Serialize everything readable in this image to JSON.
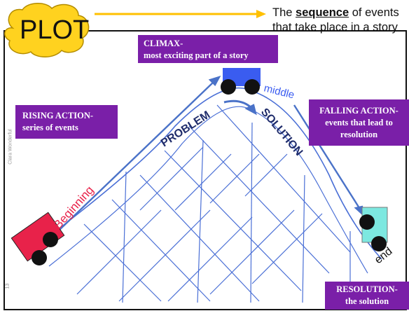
{
  "title": "PLOT",
  "sequence": {
    "prefix": "The ",
    "emph": "sequence",
    "suffix": " of events",
    "line2": "that take place in a story"
  },
  "boxes": {
    "climax_title": "CLIMAX-",
    "climax_body": "most exciting part of a story",
    "rising_title": "RISING ACTION-",
    "rising_body": "series of events",
    "falling_title": "FALLING ACTION-",
    "falling_body": "events that lead to resolution",
    "resolution_title": "RESOLUTION-",
    "resolution_body": "the solution"
  },
  "track_labels": {
    "beginning": "Beginning",
    "problem": "PROBLEM",
    "middle": "middle",
    "solution": "SOLUTION",
    "end": "end"
  },
  "side_note": "Clara Wonderful",
  "page_number": "13",
  "colors": {
    "cloud": "#ffd21f",
    "arrow_yellow": "#ffc000",
    "purple": "#7a1fa8",
    "car_left": "#e8224a",
    "car_top": "#3a5cf0",
    "car_right": "#7de8e0",
    "grid": "#4a6fd6",
    "beginning": "#e8224a",
    "problem": "#1f2c6b",
    "middle": "#3a5cf0"
  }
}
